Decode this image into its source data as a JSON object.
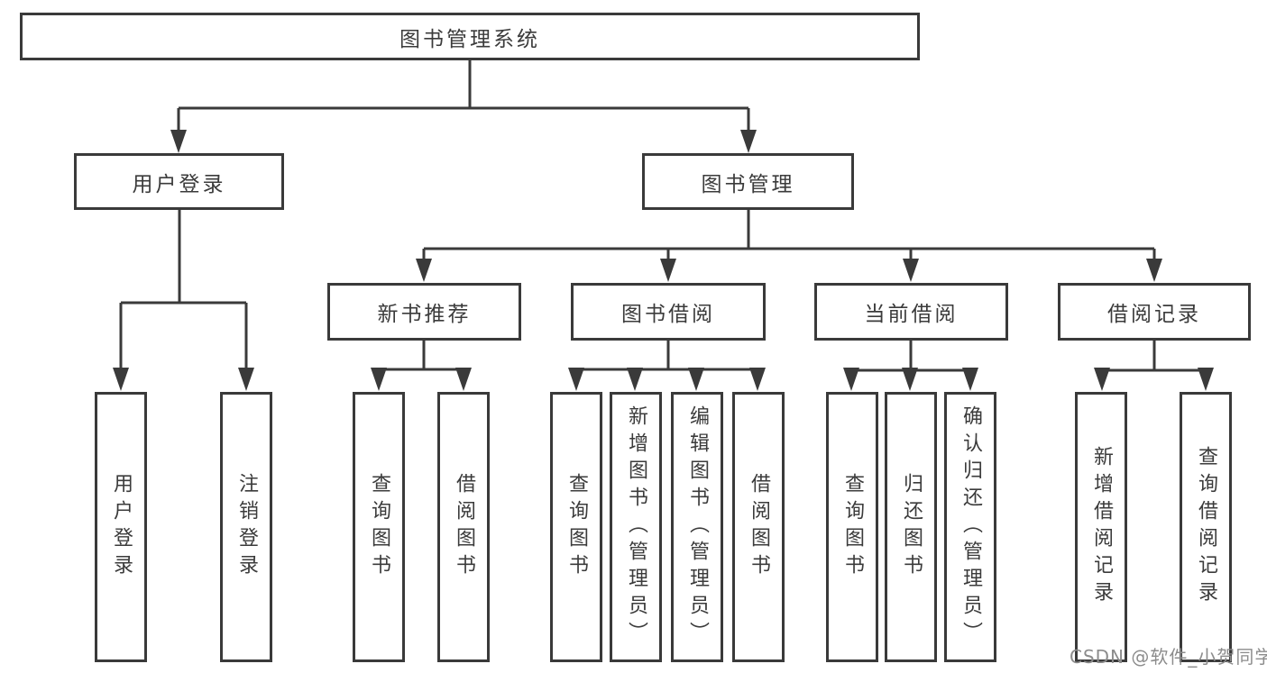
{
  "diagram": {
    "colors": {
      "line": "#3a3a3a",
      "text": "#3b3b3b",
      "background": "#ffffff",
      "watermark": "#8c8c8c"
    },
    "tree": {
      "root": {
        "label": "图书管理系统",
        "children": [
          {
            "label": "用户登录",
            "children": [
              {
                "label": "用户登录"
              },
              {
                "label": "注销登录"
              }
            ]
          },
          {
            "label": "图书管理",
            "children": [
              {
                "label": "新书推荐",
                "children": [
                  {
                    "label": "查询图书"
                  },
                  {
                    "label": "借阅图书"
                  }
                ]
              },
              {
                "label": "图书借阅",
                "children": [
                  {
                    "label": "查询图书"
                  },
                  {
                    "label": "新增图书（管理员）"
                  },
                  {
                    "label": "编辑图书（管理员）"
                  },
                  {
                    "label": "借阅图书"
                  }
                ]
              },
              {
                "label": "当前借阅",
                "children": [
                  {
                    "label": "查询图书"
                  },
                  {
                    "label": "归还图书"
                  },
                  {
                    "label": "确认归还（管理员）"
                  }
                ]
              },
              {
                "label": "借阅记录",
                "children": [
                  {
                    "label": "新增借阅记录"
                  },
                  {
                    "label": "查询借阅记录"
                  }
                ]
              }
            ]
          }
        ]
      }
    },
    "watermark": {
      "text": "CSDN @软件_小贺同学"
    }
  }
}
